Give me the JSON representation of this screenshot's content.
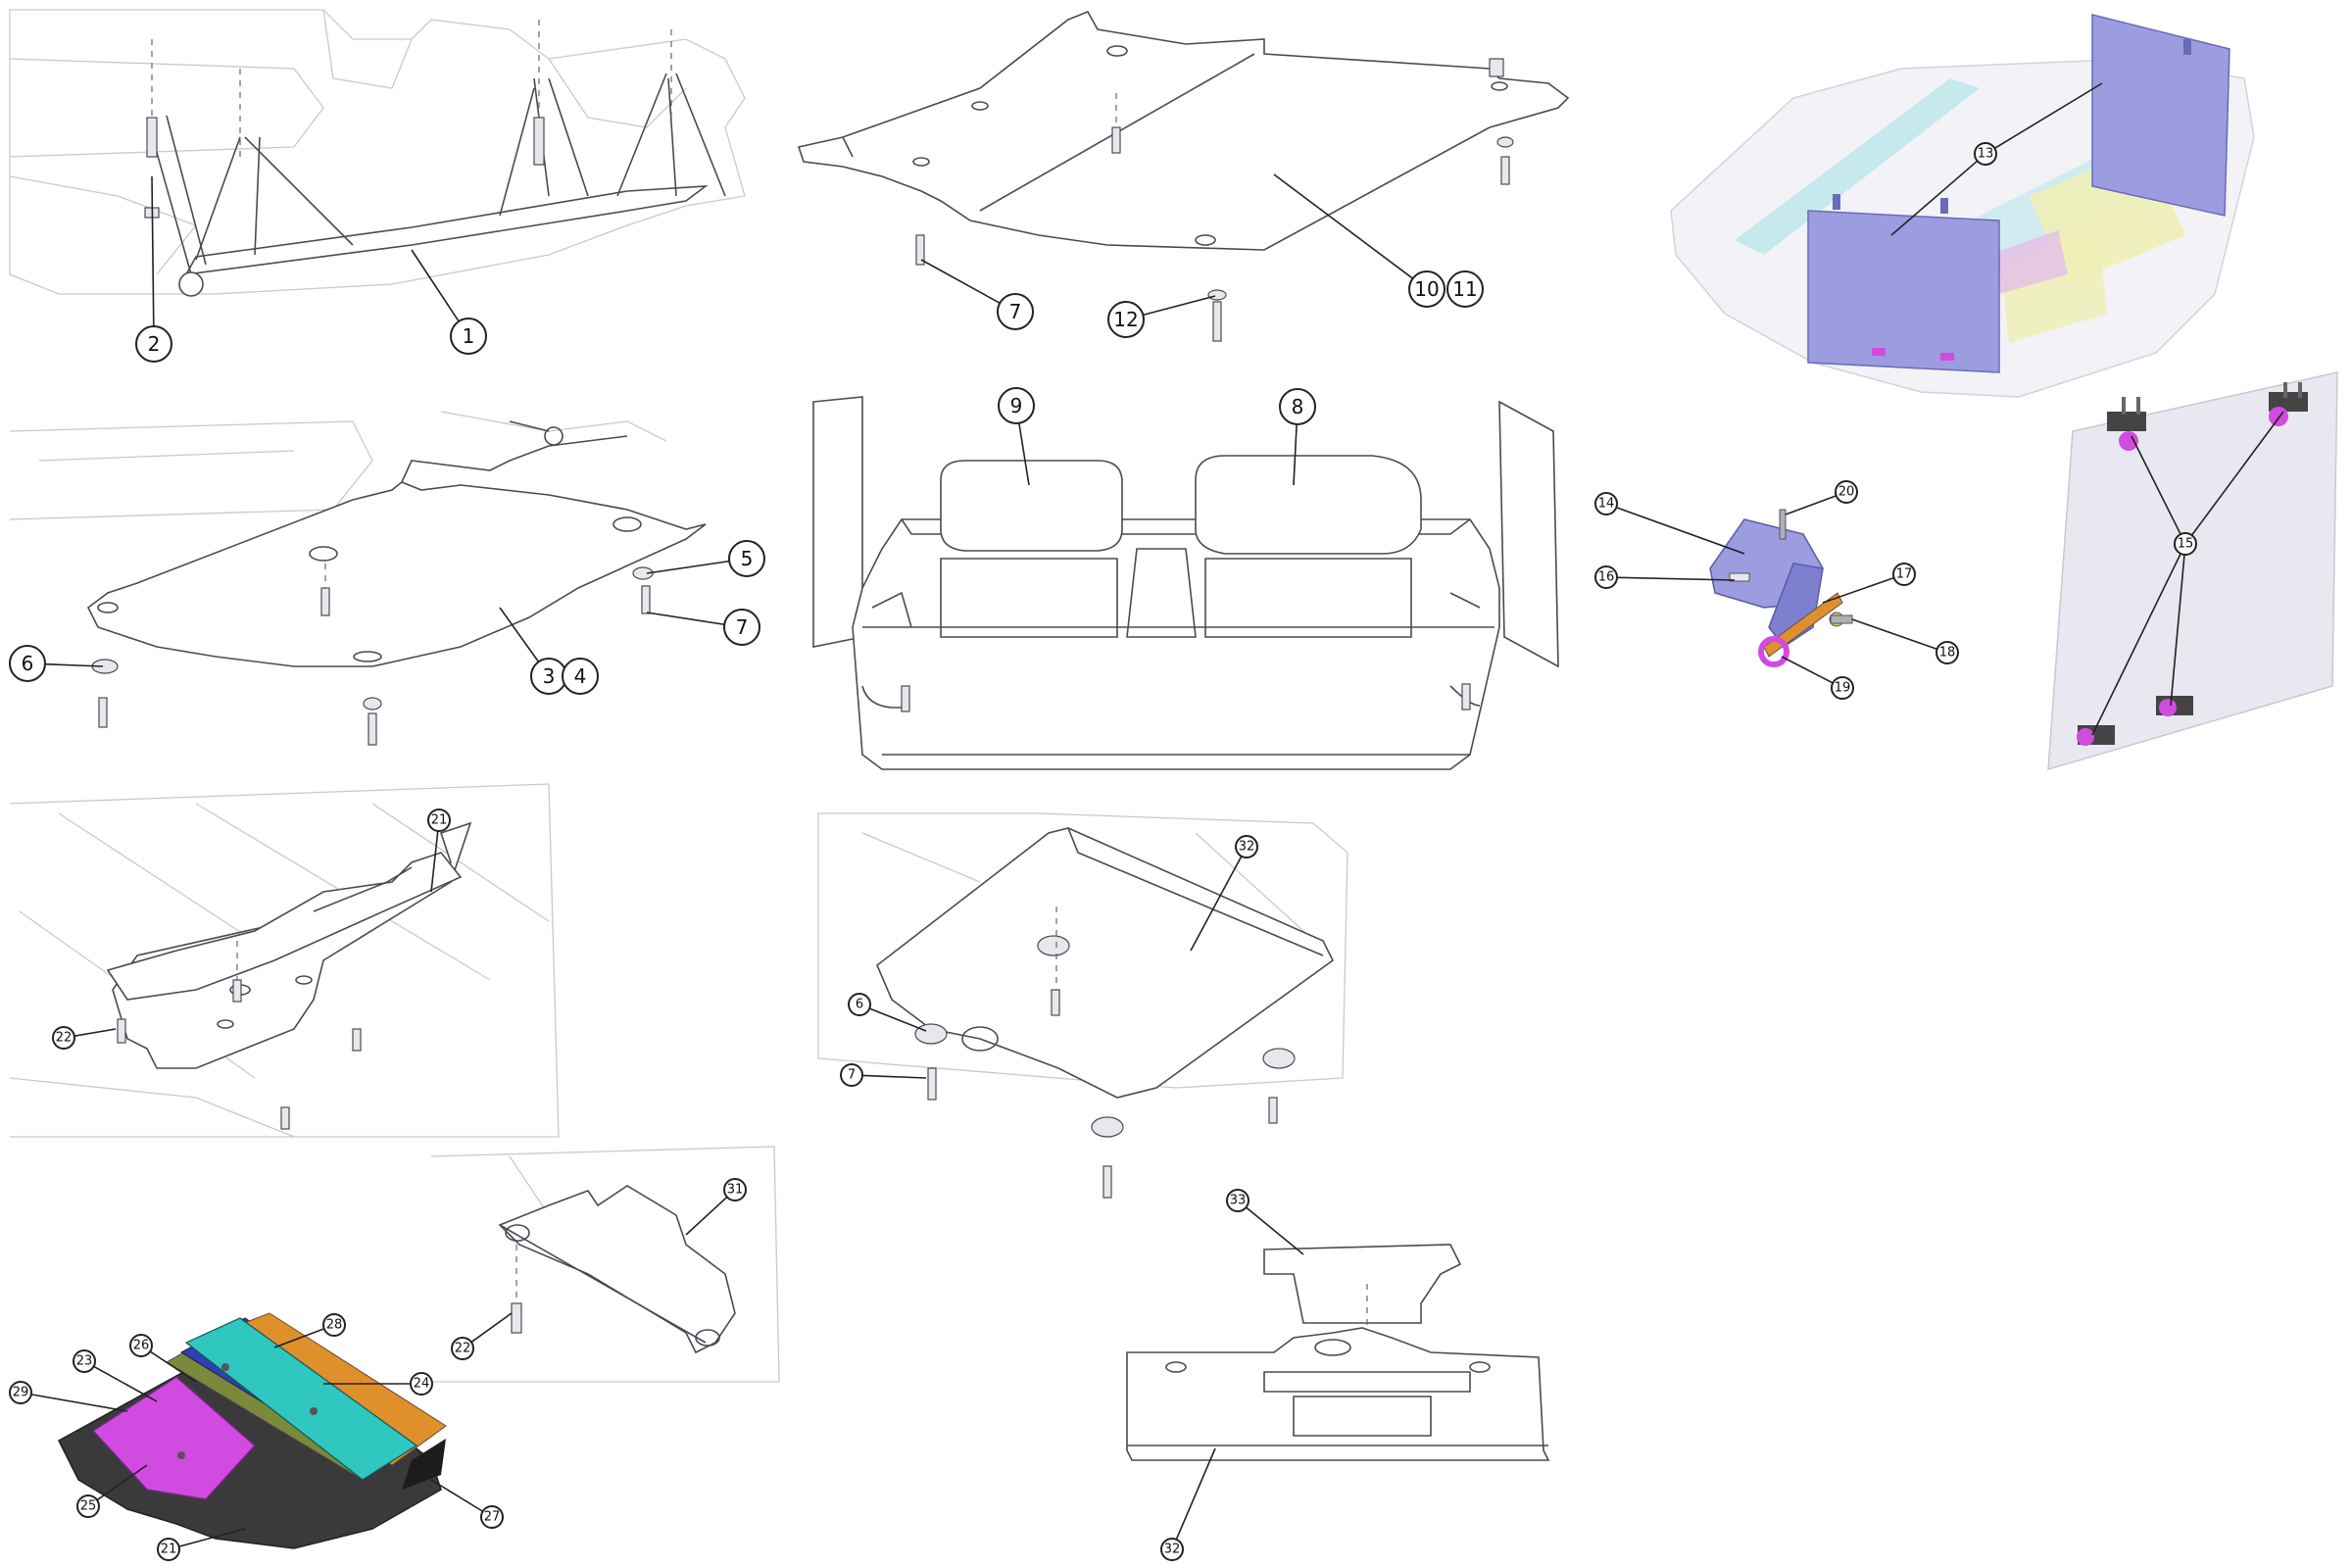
{
  "diagram": {
    "callouts": [
      "1",
      "2",
      "3",
      "4",
      "5",
      "6",
      "7",
      "8",
      "9",
      "10",
      "11",
      "12",
      "13",
      "14",
      "15",
      "16",
      "17",
      "18",
      "19",
      "20",
      "21",
      "22",
      "23",
      "24",
      "25",
      "26",
      "27",
      "28",
      "29",
      "31",
      "32",
      "33"
    ]
  },
  "colors": {
    "line": "#4a4a55",
    "faint": "#c9c9cf",
    "accent_lavender": "#9c9ce0",
    "accent_cyan": "#a9e3e8",
    "accent_yellow": "#eef0b6",
    "accent_magenta": "#d24be0",
    "accent_teal": "#2fc7c0",
    "accent_orange": "#e0902a",
    "accent_blue": "#2f3fb4",
    "accent_green": "#7a8a3a",
    "accent_dark": "#3a3a3a"
  }
}
